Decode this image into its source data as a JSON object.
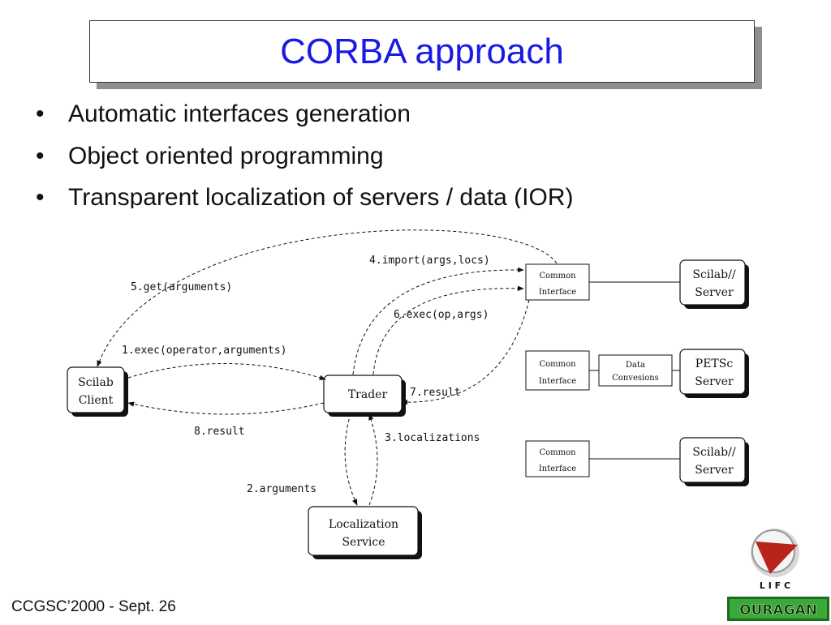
{
  "slide": {
    "title": "CORBA approach",
    "bullets": [
      "Automatic interfaces generation",
      "Object oriented programming",
      "Transparent localization of servers / data (IOR)"
    ],
    "bullet_glyph": "•",
    "footer": "CCGSC’2000 - Sept. 26"
  },
  "diagram": {
    "nodes": {
      "scilab_client": [
        "Scilab",
        "Client"
      ],
      "trader": "Trader",
      "localization_service": [
        "Localization",
        "Service"
      ],
      "common_interface": [
        "Common",
        "Interface"
      ],
      "data_conversions": [
        "Data",
        "Convesions"
      ],
      "scilab_server": [
        "Scilab//",
        "Server"
      ],
      "petsc_server": [
        "PETSc",
        "Server"
      ]
    },
    "edges": {
      "e1": "1.exec(operator,arguments)",
      "e2": "2.arguments",
      "e3": "3.localizations",
      "e4": "4.import(args,locs)",
      "e5": "5.get(arguments)",
      "e6": "6.exec(op,args)",
      "e7": "7.result",
      "e8": "8.result"
    }
  },
  "logos": {
    "lifc_letters": "L I F C",
    "ouragan": "OURAGAN"
  },
  "colors": {
    "title": "#1a1ae6",
    "text": "#111111",
    "logo_red": "#c0392b",
    "ouragan_green": "#2e8b2e"
  }
}
